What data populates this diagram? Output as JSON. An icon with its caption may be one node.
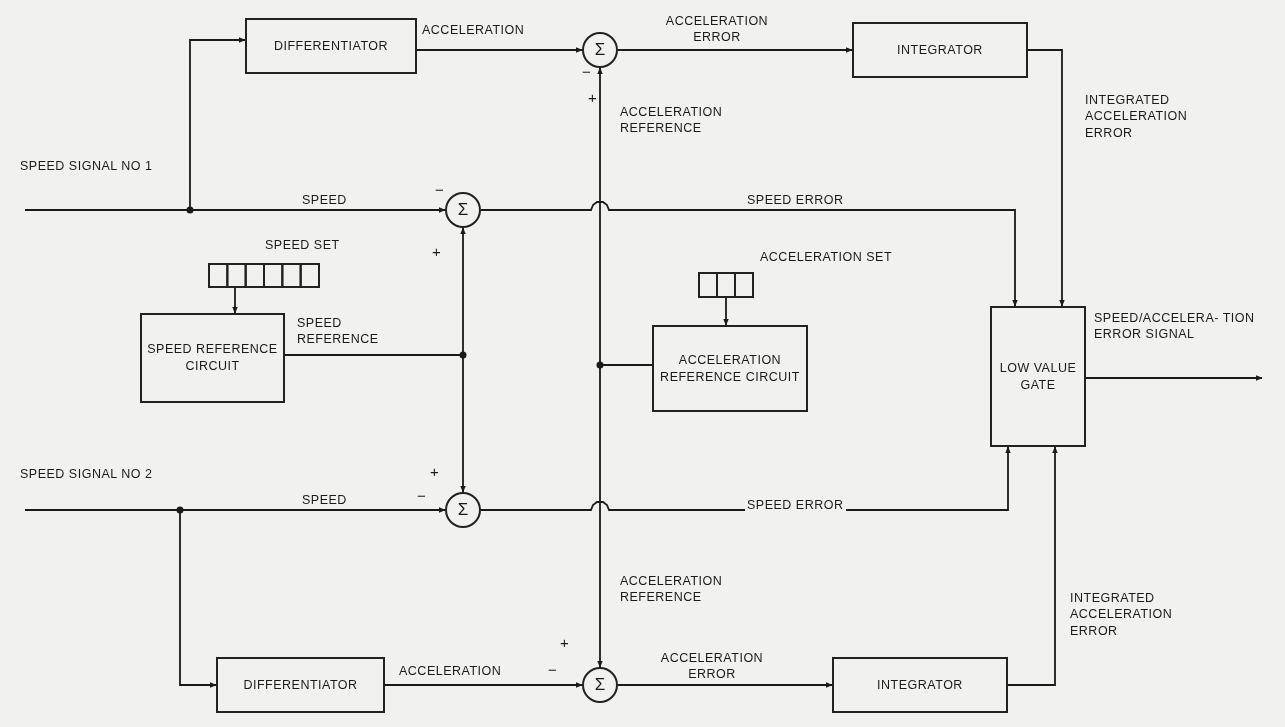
{
  "diagram": {
    "nodes": [
      {
        "text": [
          "DIFFERENTIATOR"
        ]
      },
      {
        "text": [
          "Σ"
        ]
      },
      {
        "text": [
          "INTEGRATOR"
        ]
      },
      {
        "text": [
          "Σ"
        ]
      },
      {
        "text": [],
        "shape": "box",
        "beside": [
          "SPEED SET"
        ]
      },
      {
        "text": [
          "SPEED REFERENCE CIRCUIT"
        ]
      },
      {
        "text": [],
        "shape": "box",
        "beside": [
          "ACCELERATION SET"
        ]
      },
      {
        "text": [
          "ACCELERATION REFERENCE CIRCUIT"
        ]
      },
      {
        "text": [
          "LOW VALUE GATE"
        ]
      },
      {
        "text": [
          "Σ"
        ]
      },
      {
        "text": [
          "DIFFERENTIATOR"
        ]
      },
      {
        "text": [
          "Σ"
        ]
      },
      {
        "text": [
          "INTEGRATOR"
        ]
      }
    ],
    "edges": [
      {
        "from": null,
        "to": 0,
        "arrow": "to"
      },
      {
        "from": null,
        "to": 3,
        "arrow": "to",
        "label": "SPEED"
      },
      {
        "from": 0,
        "to": 1,
        "arrow": "to",
        "label": "ACCELERATION"
      },
      {
        "from": 1,
        "to": 2,
        "arrow": "to",
        "label": "ACCELERATION ERROR"
      },
      {
        "from": 2,
        "to": 8,
        "arrow": "to",
        "label": "INTEGRATED ACCELERATION ERROR"
      },
      {
        "from": 3,
        "to": 8,
        "arrow": "to",
        "label": "SPEED ERROR"
      },
      {
        "from": 4,
        "to": 5,
        "arrow": "to"
      },
      {
        "from": 5,
        "to": 3,
        "arrow": "to",
        "label": "SPEED REFERENCE"
      },
      {
        "from": 5,
        "to": 9,
        "arrow": "to"
      },
      {
        "from": 6,
        "to": 7,
        "arrow": "to"
      },
      {
        "from": 7,
        "to": 1,
        "arrow": "to",
        "label": "ACCELERATION REFERENCE"
      },
      {
        "from": 7,
        "to": 11,
        "arrow": "to",
        "label": "ACCELERATION REFERENCE"
      },
      {
        "from": null,
        "to": 9,
        "arrow": "to",
        "label": "SPEED"
      },
      {
        "from": null,
        "to": 10,
        "arrow": "to"
      },
      {
        "from": 10,
        "to": 11,
        "arrow": "to",
        "label": "ACCELERATION"
      },
      {
        "from": 11,
        "to": 12,
        "arrow": "to",
        "label": "ACCELERATION ERROR"
      },
      {
        "from": 12,
        "to": 8,
        "arrow": "to",
        "label": "INTEGRATED ACCELERATION ERROR"
      },
      {
        "from": 9,
        "to": 8,
        "arrow": "to",
        "label": "SPEED ERROR"
      },
      {
        "from": 8,
        "to": null,
        "arrow": "to",
        "label": "SPEED/ACCELERA- TION ERROR SIGNAL"
      }
    ],
    "labels": [
      "−",
      "+",
      "SPEED SIGNAL NO 1",
      "−",
      "+",
      "+",
      "SPEED SIGNAL NO 2",
      "−",
      "+",
      "−"
    ]
  }
}
